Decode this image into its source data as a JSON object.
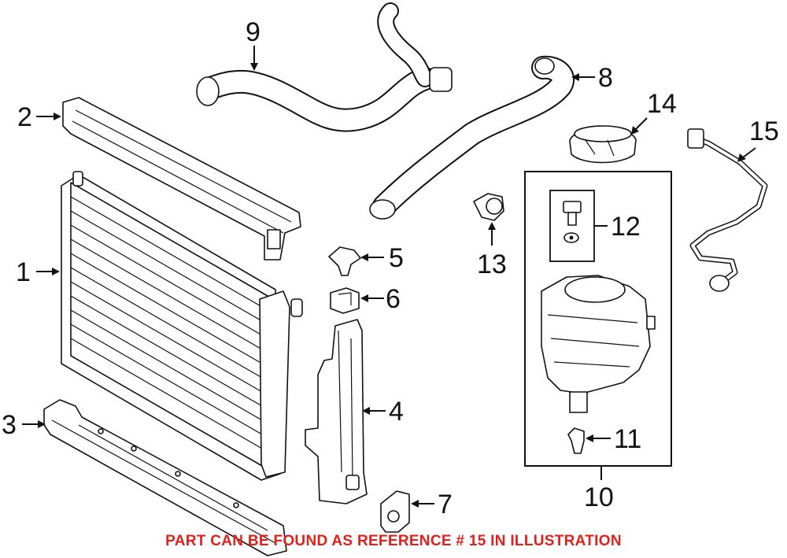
{
  "diagram": {
    "callouts": {
      "c1": "1",
      "c2": "2",
      "c3": "3",
      "c4": "4",
      "c5": "5",
      "c6": "6",
      "c7": "7",
      "c8": "8",
      "c9": "9",
      "c10": "10",
      "c11": "11",
      "c12": "12",
      "c13": "13",
      "c14": "14",
      "c15": "15"
    },
    "caption": "PART CAN BE FOUND AS REFERENCE # 15 IN ILLUSTRATION",
    "caption_color": "#e0201b",
    "line_color": "#111111"
  }
}
